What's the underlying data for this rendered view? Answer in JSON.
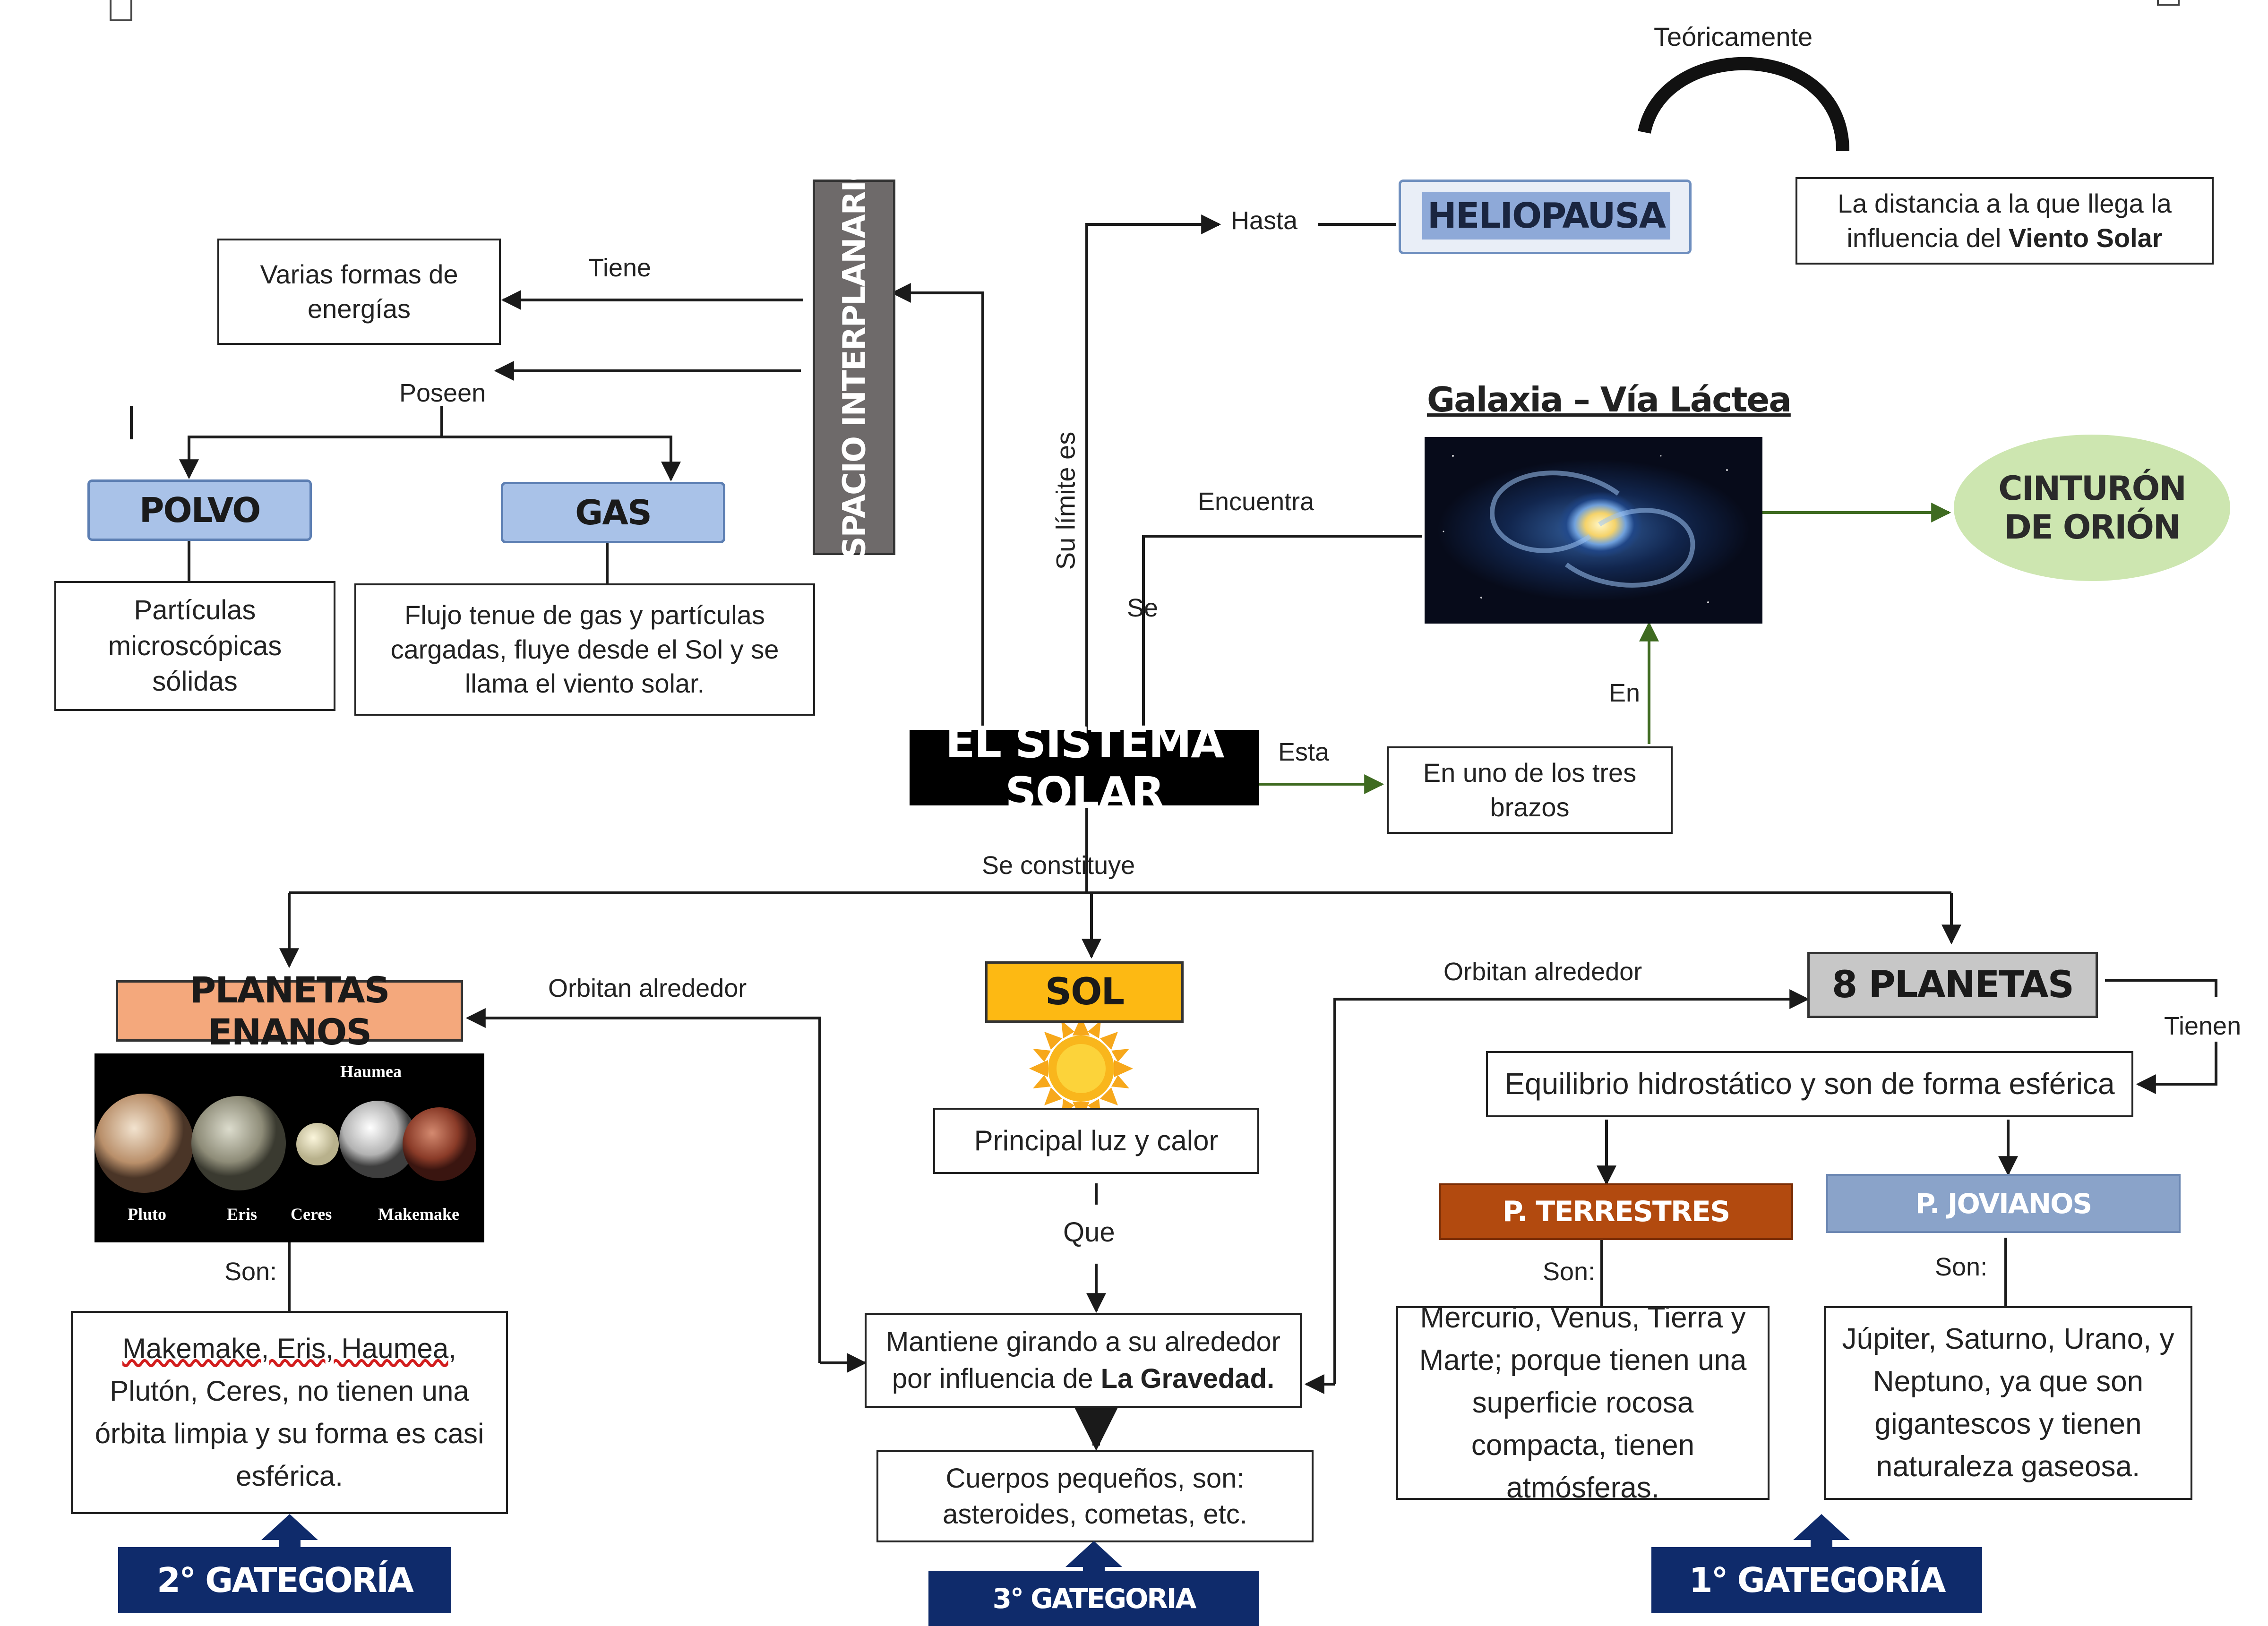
{
  "theoretical_label": "Teóricamente",
  "heliopausa": {
    "title": "HELIOPAUSA",
    "connector": "Hasta"
  },
  "heliopausa_def": {
    "line1": "La distancia a la que llega la",
    "line2_prefix": "influencia del ",
    "line2_bold": "Viento Solar"
  },
  "espacio": {
    "title": "ESPACIO INTERPLANARIO"
  },
  "energias": {
    "text": "Varias formas de energías",
    "connector": "Tiene"
  },
  "posee_label": "Poseen",
  "polvo": {
    "title": "POLVO",
    "desc": "Partículas microscópicas sólidas"
  },
  "gas": {
    "title": "GAS",
    "desc": "Flujo tenue de gas y partículas cargadas, fluye desde el Sol y se llama el viento solar."
  },
  "su_limite_label": "Su límite es",
  "se_label": "Se",
  "encuentra_label": "Encuentra",
  "galaxia": {
    "title": "Galaxia – Vía Láctea"
  },
  "cinturon": {
    "line1": "CINTURÓN",
    "line2": "DE ORIÓN"
  },
  "en_label": "En",
  "esta_label": "Esta",
  "brazos": {
    "text": "En uno de los tres brazos"
  },
  "main_title": "EL SISTEMA SOLAR",
  "se_constituye_label": "Se constituye",
  "enanos": {
    "title": "PLANETAS ENANOS",
    "orbit_label": "Orbitan alrededor",
    "image_labels": [
      "Haumea",
      "Pluto",
      "Eris",
      "Ceres",
      "Makemake"
    ],
    "son_label": "Son:",
    "desc_prefix": "Makemake, Eris, Haumea,",
    "desc": "Plutón, Ceres, no tienen una órbita limpia y su forma es casi esférica.",
    "category": "2° GATEGORÍA"
  },
  "sol": {
    "title": "SOL",
    "desc": "Principal luz y calor",
    "que_label": "Que",
    "gravedad_prefix": "Mantiene girando a su alrededor por influencia de ",
    "gravedad_bold": "La Gravedad.",
    "cuerpos": "Cuerpos pequeños, son: asteroides, cometas, etc.",
    "category": "3° GATEGORIA"
  },
  "planetas": {
    "title": "8 PLANETAS",
    "orbit_label": "Orbitan alrededor",
    "tienen_label": "Tienen",
    "equilibrio": "Equilibrio hidrostático y son de forma esférica",
    "terrestres": {
      "title": "P. TERRESTRES",
      "son_label": "Son:",
      "desc": "Mercurio, Venus, Tierra y Marte; porque tienen una superficie rocosa compacta, tienen atmósferas."
    },
    "jovianos": {
      "title": "P. JOVIANOS",
      "son_label": "Son:",
      "desc": "Júpiter, Saturno, Urano, y Neptuno, ya que son gigantescos y tienen naturaleza gaseosa."
    },
    "category": "1° GATEGORÍA"
  },
  "colors": {
    "polvo_fill": "#a9c2e8",
    "gas_fill": "#a9c2e8",
    "espacio_fill": "#6e6a6a",
    "heliopausa_fill": "#8ea9d8",
    "cinturon_fill": "#cde6b0",
    "sol_fill": "#fdb913",
    "enanos_fill": "#f4a87c",
    "planetas_fill": "#c7c7c7",
    "terrestres_fill": "#b24a0f",
    "jovianos_fill": "#8aa3c9",
    "category_fill": "#0f2b6b",
    "green_arrow": "#3f6b21"
  }
}
